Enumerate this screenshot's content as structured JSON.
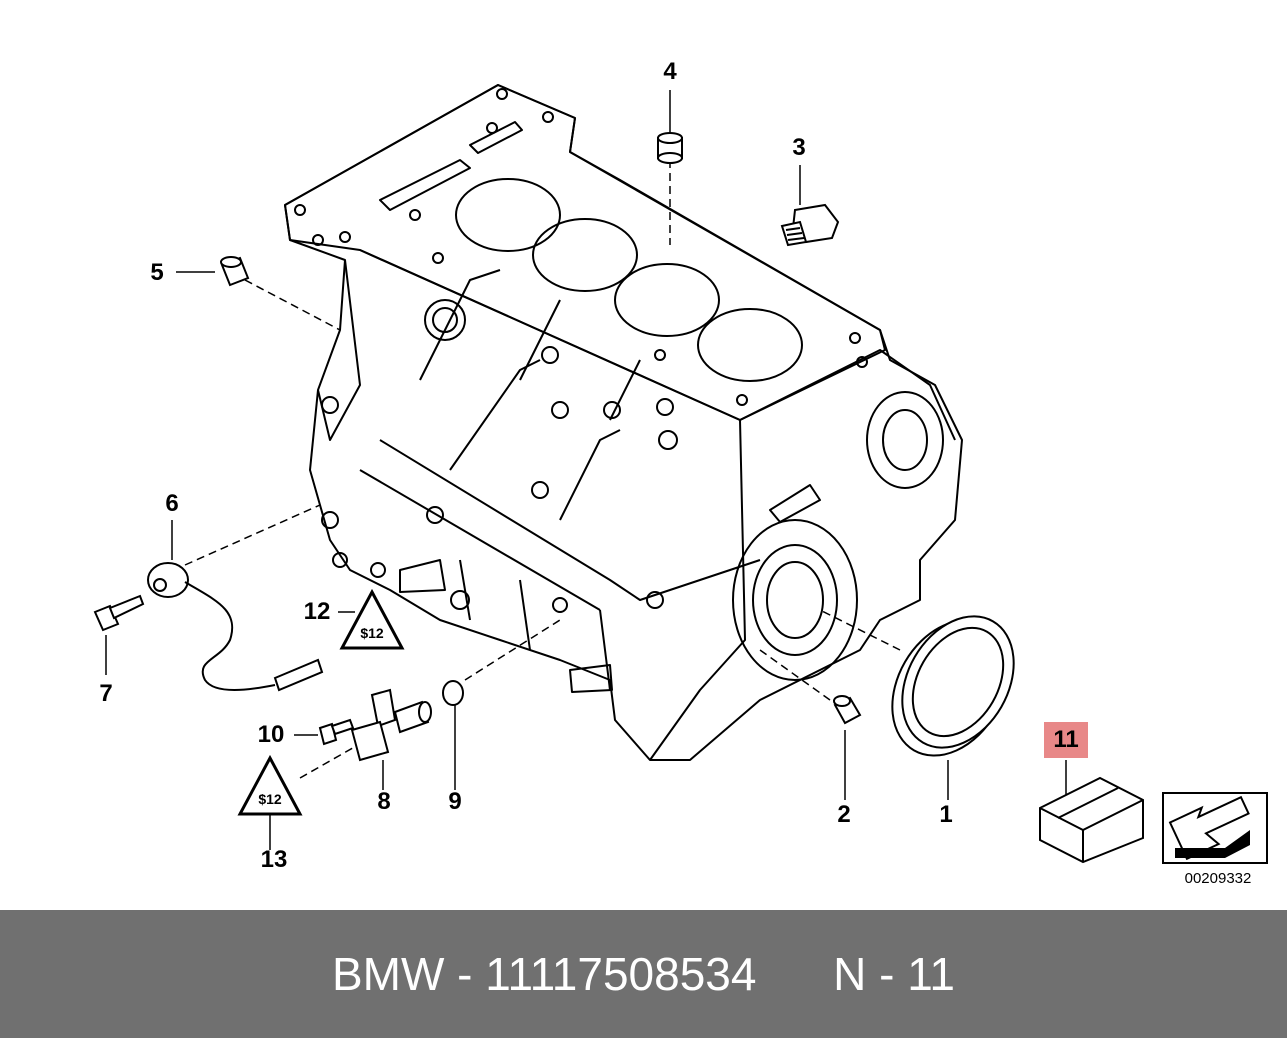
{
  "callouts": {
    "c1": "1",
    "c2": "2",
    "c3": "3",
    "c4": "4",
    "c5": "5",
    "c6": "6",
    "c7": "7",
    "c8": "8",
    "c9": "9",
    "c10": "10",
    "c11": "11",
    "c12": "12",
    "c13": "13"
  },
  "highlight_color": "#e88888",
  "diagram_id": "00209332",
  "footer": {
    "brand_part": "BMW - 11117508534",
    "position": "N - 11",
    "background": "#707070",
    "text_color": "#ffffff"
  },
  "icons": [
    "engine-block-drawing",
    "seal-ring",
    "dowel-sleeve",
    "screw-plug",
    "knock-sensor",
    "bolt",
    "crankshaft-sensor",
    "o-ring",
    "torque-triangle-icon",
    "parts-box",
    "arrow-icon"
  ]
}
